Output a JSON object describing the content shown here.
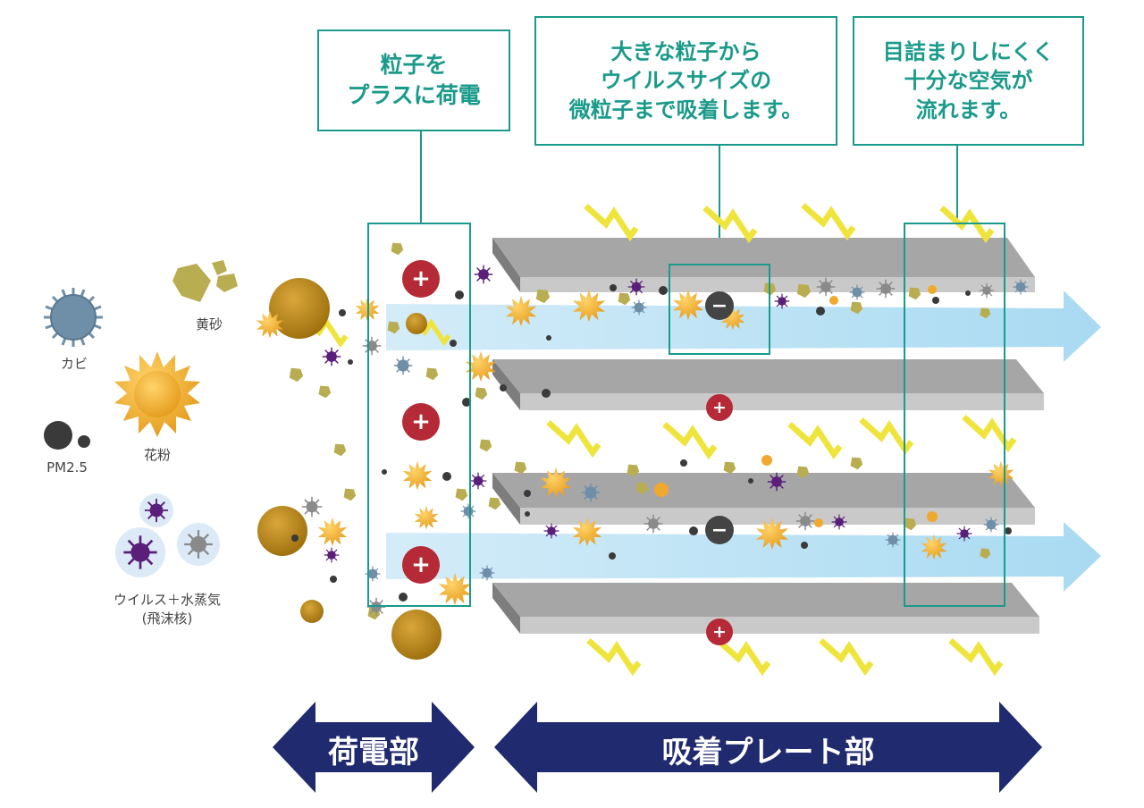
{
  "callouts": {
    "charge_lines": [
      "粒子を",
      "プラスに荷電"
    ],
    "adsorb_lines": [
      "大きな粒子から",
      "ウイルスサイズの",
      "微粒子まで吸着します。"
    ],
    "flow_lines": [
      "目詰まりしにくく",
      "十分な空気が",
      "流れます。"
    ]
  },
  "legend": {
    "mold": "カビ",
    "yellow_sand": "黄砂",
    "pollen": "花粉",
    "pm25": "PM2.5",
    "virus_line1": "ウイルス＋水蒸気",
    "virus_line2": "(飛沫核)"
  },
  "sections": {
    "charging_part": "荷電部",
    "plate_part": "吸着プレート部"
  },
  "symbols": {
    "plus": "+",
    "minus": "−"
  },
  "colors": {
    "callout_teal": "#1a9a8a",
    "plate_gray": "#9a9a9a",
    "airflow_blue": "#a9dcf2",
    "arrow_navy": "#1f2a6f",
    "charge_red": "#b52a36",
    "minus_dark": "#444444",
    "spark_yellow": "#f0e640",
    "pollen_orange": "#f2b02c",
    "sand_olive": "#b9ad52",
    "virus_purple": "#5a1f7a",
    "mold_blue": "#6f8ea8",
    "soot_dark": "#3a3a3a",
    "amber_ball": "#bb8a1c"
  },
  "icons": [
    "mold-icon",
    "yellow-sand-icon",
    "pollen-icon",
    "pm25-icon",
    "virus-icon",
    "spark-icon",
    "plus-icon",
    "minus-icon"
  ]
}
